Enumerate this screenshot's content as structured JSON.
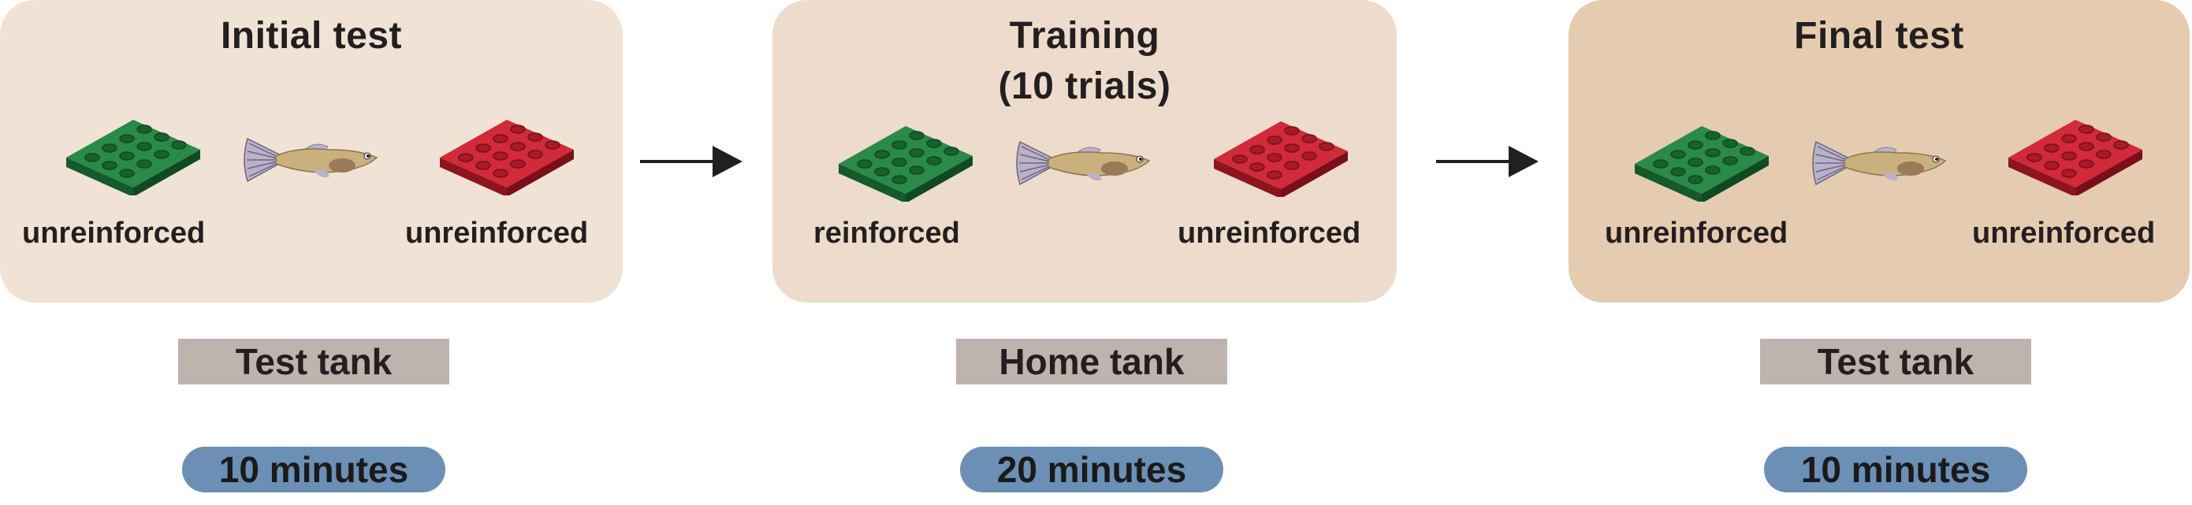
{
  "panels": [
    {
      "title_lines": [
        "Initial test"
      ],
      "left_label": "unreinforced",
      "right_label": "unreinforced",
      "tank": "Test tank",
      "duration": "10 minutes"
    },
    {
      "title_lines": [
        "Training",
        "(10 trials)"
      ],
      "left_label": "reinforced",
      "right_label": "unreinforced",
      "tank": "Home tank",
      "duration": "20 minutes"
    },
    {
      "title_lines": [
        "Final test"
      ],
      "left_label": "unreinforced",
      "right_label": "unreinforced",
      "tank": "Test tank",
      "duration": "10 minutes"
    }
  ],
  "colors": {
    "panel_1": "#f0e3d5",
    "panel_2": "#eddccb",
    "panel_3": "#e5ccb1",
    "green_brick": "#1e7a3c",
    "red_brick": "#c0202e",
    "tank_label_bg": "#bfb3ad",
    "duration_pill_bg": "#6c8fb5",
    "arrow": "#231f20"
  },
  "icons": {
    "left_object": "green-lego-brick-icon",
    "right_object": "red-lego-brick-icon",
    "center": "guppy-fish-icon",
    "connector": "right-arrow-icon"
  }
}
